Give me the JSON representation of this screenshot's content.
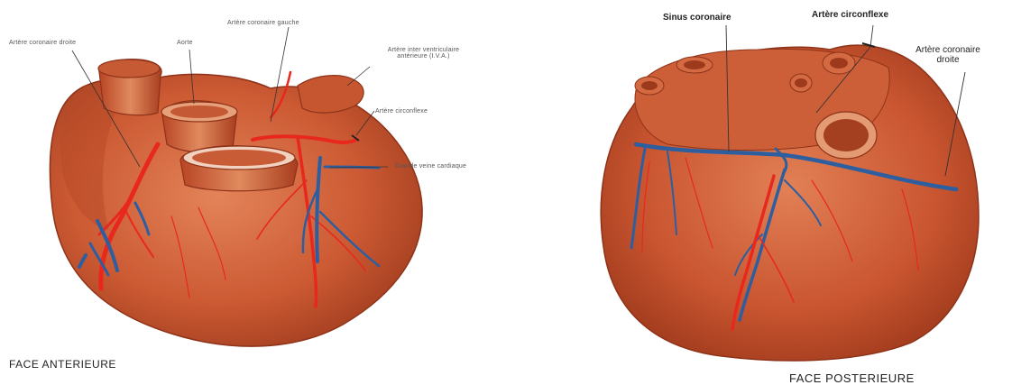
{
  "anterior": {
    "caption": "FACE ANTERIEURE",
    "labels": {
      "coronaire_droite": "Artère coronaire droite",
      "aorte": "Aorte",
      "coronaire_gauche": "Artère coronaire gauche",
      "iva_line1": "Artère inter ventriculaire",
      "iva_line2": "antérieure (I.V.A.)",
      "circonflexe": "Artère circonflexe",
      "grande_veine": "Grande veine cardiaque"
    }
  },
  "posterior": {
    "caption": "FACE POSTERIEURE",
    "labels": {
      "sinus": "Sinus coronaire",
      "circonflexe": "Artère circonflexe",
      "coronaire_droite_line1": "Artère coronaire",
      "coronaire_droite_line2": "droite"
    }
  },
  "colors": {
    "myocardium": "#c8502e",
    "myocardium_light": "#e07a4c",
    "artery": "#e8281c",
    "vein": "#2d5fa0"
  }
}
